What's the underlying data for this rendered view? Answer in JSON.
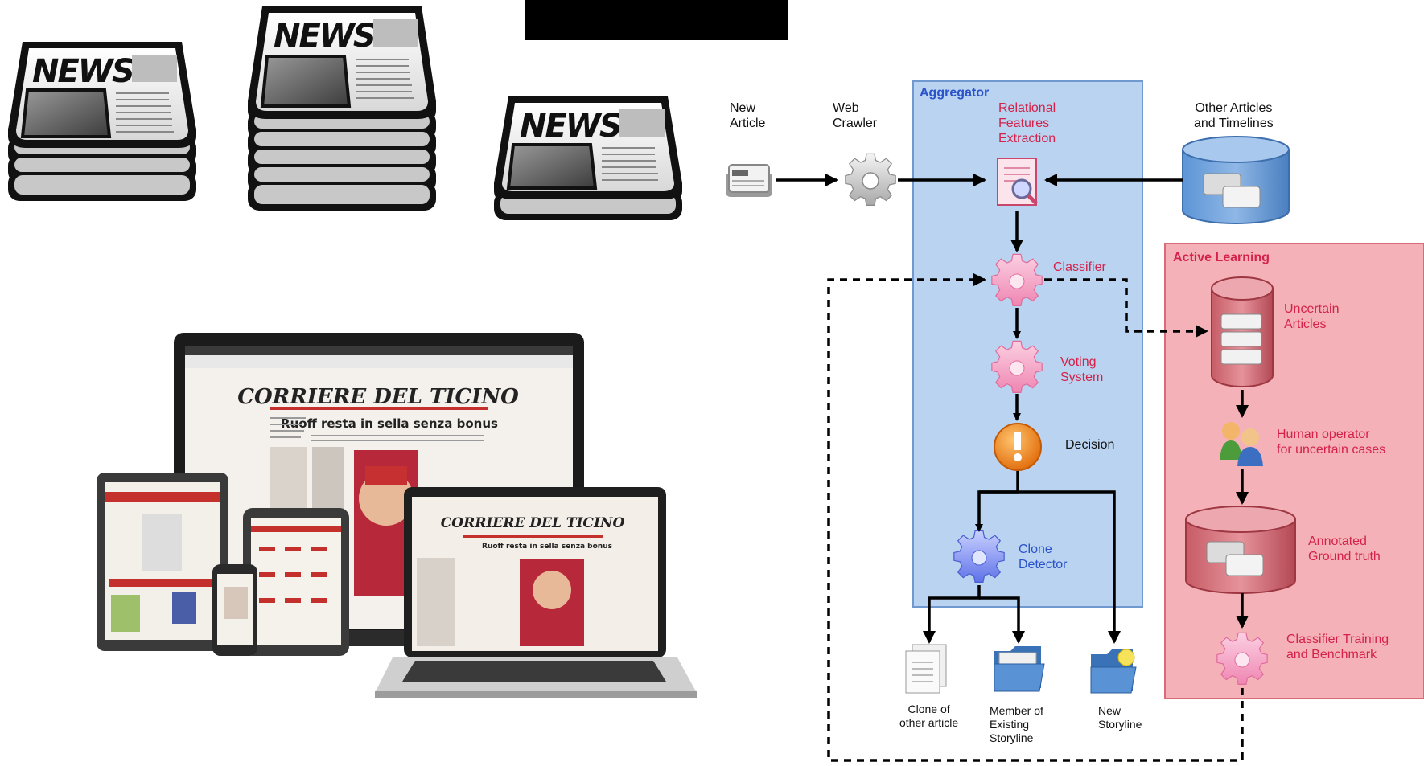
{
  "masthead": "CORRIERE DEL TICINO",
  "newspaper_word": "NEWS",
  "headline": "Ruoff resta in sella senza bonus",
  "flow": {
    "new_article": "New\nArticle",
    "web_crawler": "Web\nCrawler",
    "other_articles": "Other Articles\nand Timelines",
    "aggregator_title": "Aggregator",
    "relational": "Relational\nFeatures\nExtraction",
    "classifier": "Classifier",
    "voting": "Voting\nSystem",
    "decision": "Decision",
    "clone_detector": "Clone\nDetector",
    "clone_of": "Clone of\nother article",
    "member_of": "Member of\nExisting\nStoryline",
    "new_storyline": "New\nStoryline",
    "active_title": "Active Learning",
    "uncertain": "Uncertain\nArticles",
    "human": "Human operator\nfor uncertain cases",
    "annotated": "Annotated\nGround truth",
    "training": "Classifier Training\nand Benchmark"
  },
  "colors": {
    "aggregator_fill": "#b9d3f0",
    "aggregator_border": "#6f99cf",
    "active_fill": "#f4b2b8",
    "active_border": "#d76b77",
    "red_text": "#d4224a",
    "blue_text": "#2a52c9",
    "gear_pink": "#f4a3c4",
    "gear_blue": "#7d8ef0",
    "decision_orange": "#f07d14"
  },
  "icons": [
    "newspaper-icon",
    "gear-icon",
    "document-magnifier-icon",
    "database-icon",
    "warning-icon",
    "users-icon",
    "file-icon",
    "folder-icon"
  ]
}
